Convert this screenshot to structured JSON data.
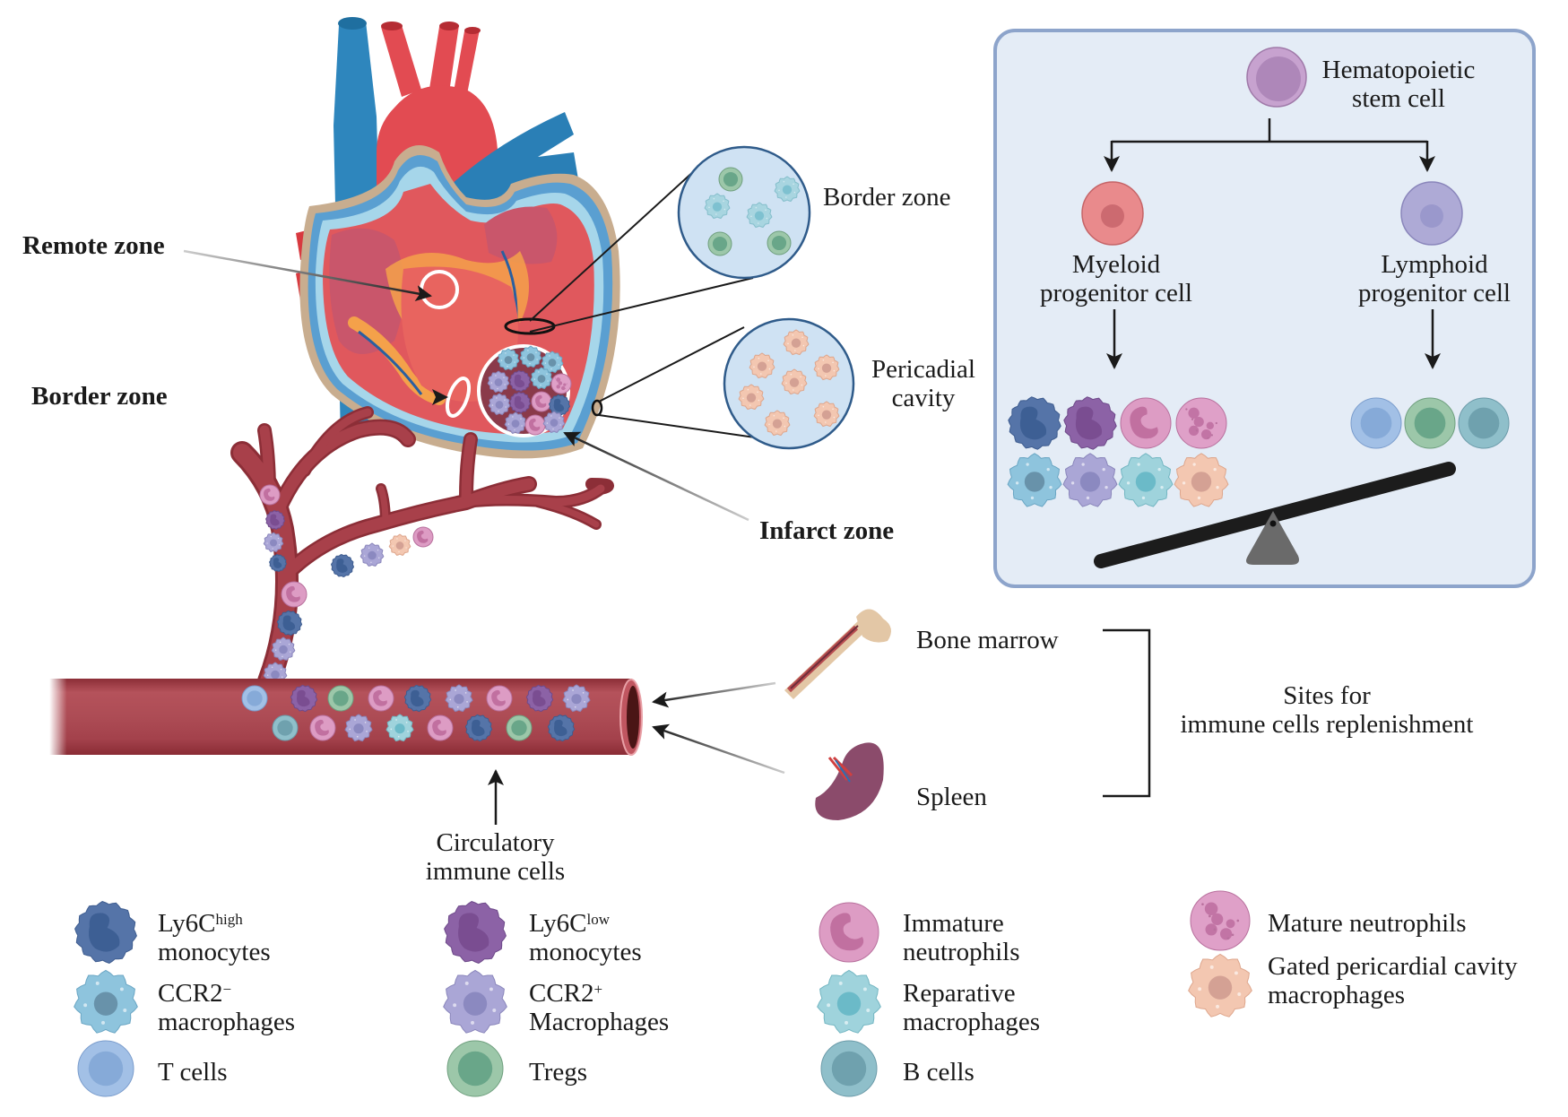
{
  "figure": {
    "heart_labels": {
      "remote_zone": "Remote zone",
      "border_zone_left": "Border zone",
      "infarct_zone": "Infarct zone",
      "border_zone_right": "Border zone",
      "pericardial_line1": "Pericadial",
      "pericardial_line2": "cavity"
    },
    "hierarchy_panel": {
      "stem_cell_line1": "Hematopoietic",
      "stem_cell_line2": "stem cell",
      "myeloid_line1": "Myeloid",
      "myeloid_line2": "progenitor cell",
      "lymphoid_line1": "Lymphoid",
      "lymphoid_line2": "progenitor cell",
      "myeloid_cells": [
        "ly6c-high-monocyte",
        "ly6c-low-monocyte",
        "immature-neutrophil",
        "mature-neutrophil",
        "ccr2-neg-macrophage",
        "ccr2-pos-macrophage",
        "reparative-macrophage",
        "pericardial-macrophage"
      ],
      "lymphoid_cells": [
        "t-cell",
        "treg",
        "b-cell"
      ]
    },
    "organs": {
      "bone_marrow": "Bone marrow",
      "spleen": "Spleen",
      "sites_line1": "Sites for",
      "sites_line2": "immune cells replenishment"
    },
    "circulation": {
      "line1": "Circulatory",
      "line2": "immune cells"
    },
    "legend": [
      {
        "id": "ly6c-high",
        "base": "Ly6C",
        "sup": "high",
        "line2": "monocytes"
      },
      {
        "id": "ly6c-low",
        "base": "Ly6C",
        "sup": "low",
        "line2": "monocytes"
      },
      {
        "id": "immature-neut",
        "base": "Immature",
        "sup": "",
        "line2": "neutrophils"
      },
      {
        "id": "mature-neut",
        "base": "Mature neutrophils",
        "sup": "",
        "line2": ""
      },
      {
        "id": "ccr2-neg",
        "base": "CCR2",
        "sup": "−",
        "line2": "macrophages"
      },
      {
        "id": "ccr2-pos",
        "base": "CCR2",
        "sup": "+",
        "line2": "Macrophages"
      },
      {
        "id": "reparative",
        "base": "Reparative",
        "sup": "",
        "line2": "macrophages"
      },
      {
        "id": "gated-peri",
        "base": "Gated pericardial cavity",
        "sup": "",
        "line2": "macrophages"
      },
      {
        "id": "t-cells",
        "base": "T cells",
        "sup": "",
        "line2": ""
      },
      {
        "id": "tregs",
        "base": "Tregs",
        "sup": "",
        "line2": ""
      },
      {
        "id": "b-cells",
        "base": "B cells",
        "sup": "",
        "line2": ""
      }
    ],
    "colors": {
      "panel_bg": "#e4ecf6",
      "panel_border": "#8da4cb",
      "vessel": "#a8404a",
      "vessel_dark": "#8c2e37",
      "ly6c_high": "#5574a8",
      "ly6c_low": "#8c62a6",
      "immature_neut": "#dd9cc4",
      "mature_neut": "#dfa0c8",
      "ccr2_neg": "#8ec4dd",
      "ccr2_pos": "#aaa6d6",
      "reparative": "#9fd3dc",
      "pericardial_mac": "#f3c7b1",
      "t_cell": "#a2c0e6",
      "treg": "#9cc7a9",
      "b_cell": "#8fbfca",
      "myeloid_prog": "#e98a8c",
      "lymphoid_prog": "#aeaad6",
      "stem": "#c7a2cf"
    }
  }
}
